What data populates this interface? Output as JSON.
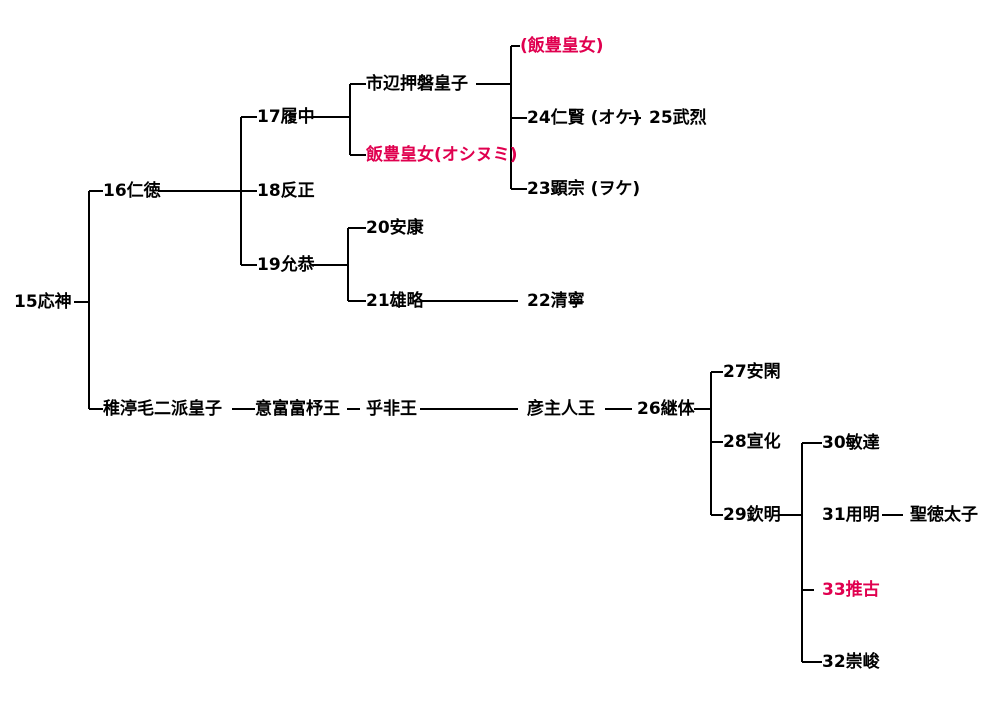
{
  "colors": {
    "line": "#000000",
    "text": "#000000",
    "highlight": "#e0004f"
  },
  "nodes": {
    "n15": "15応神",
    "n16": "16仁徳",
    "n17": "17履中",
    "n18": "18反正",
    "n19": "19允恭",
    "n20": "20安康",
    "n21": "21雄略",
    "n22": "22清寧",
    "ichinobe": "市辺押磐皇子",
    "iitoyo": "飯豊皇女(オシヌミ)",
    "iitoyo_paren": "(飯豊皇女)",
    "n24": "24仁賢 (オケ)",
    "n25": "25武烈",
    "n23": "23顕宗 (ヲケ)",
    "wakanuke": "稚渟毛二派皇子",
    "ohohodo": "意富富杼王",
    "ohi": "乎非王",
    "hikoushi": "彦主人王",
    "n26": "26継体",
    "n27": "27安閑",
    "n28": "28宣化",
    "n29": "29欽明",
    "n30": "30敏達",
    "n31": "31用明",
    "shotoku": "聖徳太子",
    "n33": "33推古",
    "n32": "32崇峻"
  }
}
